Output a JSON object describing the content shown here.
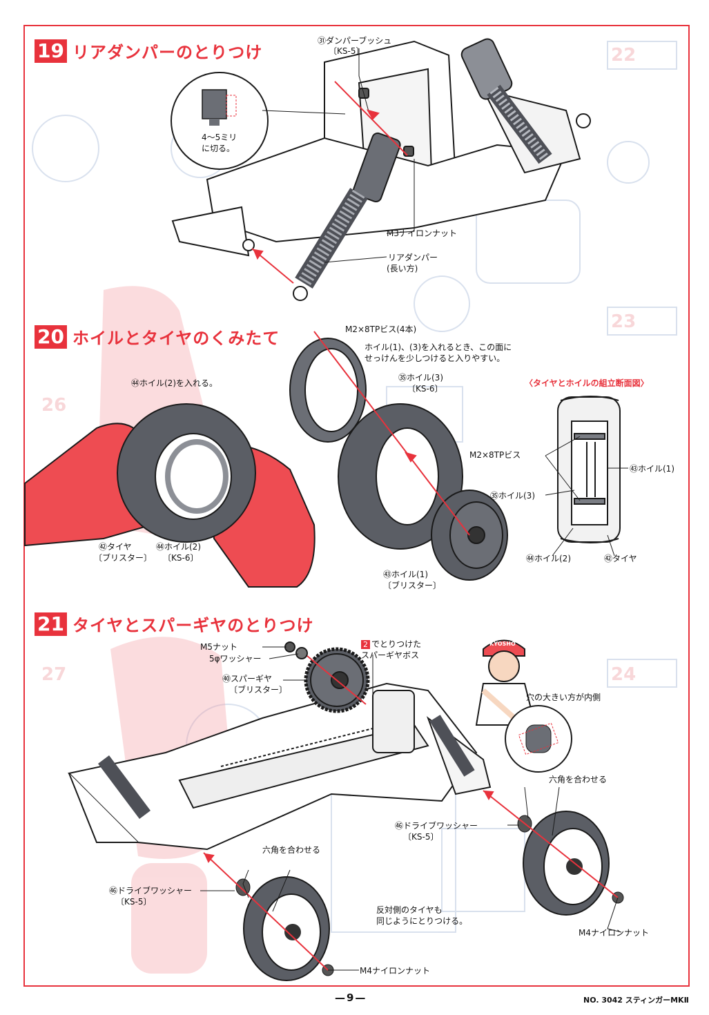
{
  "steps": [
    {
      "num": "19",
      "title": "リアダンパーのとりつけ"
    },
    {
      "num": "20",
      "title": "ホイルとタイヤのくみたて"
    },
    {
      "num": "21",
      "title": "タイヤとスパーギヤのとりつけ"
    }
  ],
  "s19": {
    "bushing": "㉛ダンパーブッシュ",
    "bushing_code": "〔KS-5〕",
    "cut": "4〜5ミリ",
    "cut2": "に切る。",
    "nut": "M3ナイロンナット",
    "damper": "リアダンパー",
    "damper2": "(長い方)"
  },
  "s20": {
    "screw": "M2×8TPビス(4本)",
    "tip1": "ホイル(1)、(3)を入れるとき、この面に",
    "tip2": "せっけんを少しつけると入りやすい。",
    "wheel3": "㉟ホイル(3)",
    "wheel3_code": "〔KS-6〕",
    "insert": "㊹ホイル(2)を入れる。",
    "tire": "㊷タイヤ",
    "tire_code": "〔ブリスター〕",
    "wheel2": "㊹ホイル(2)",
    "wheel2_code": "〔KS-6〕",
    "wheel1": "㊸ホイル(1)",
    "wheel1_code": "〔ブリスター〕",
    "section_title": "〈タイヤとホイルの組立断面図〉",
    "sec_screw": "M2×8TPビス",
    "sec_wheel1": "㊸ホイル(1)",
    "sec_wheel3": "㉟ホイル(3)",
    "sec_wheel2": "㊹ホイル(2)",
    "sec_tire": "㊷タイヤ"
  },
  "s21": {
    "m5nut": "M5ナット",
    "washer": "5φワッシャー",
    "spur": "㊵スパーギヤ",
    "spur_code": "〔ブリスター〕",
    "boss_num": "2",
    "boss1": "でとりつけた",
    "boss2": "スパーギヤボス",
    "hole": "穴の大きい方が内側",
    "hex1": "六角を合わせる",
    "drive1": "㊻ドライブワッシャー",
    "drive1_code": "〔KS-5〕",
    "hex2": "六角を合わせる",
    "drive2": "㊻ドライブワッシャー",
    "drive2_code": "〔KS-5〕",
    "other1": "反対側のタイヤも",
    "other2": "同じようにとりつける。",
    "m4nut1": "M4ナイロンナット",
    "m4nut2": "M4ナイロンナット",
    "cap": "KYOSHO"
  },
  "footer": {
    "page": "—9—",
    "model": "NO. 3042 スティンガーMKⅡ"
  },
  "colors": {
    "accent": "#e8323c",
    "ghost": "#b9c8e0",
    "ink": "#1a1a1a",
    "part": "#6b6e75"
  }
}
